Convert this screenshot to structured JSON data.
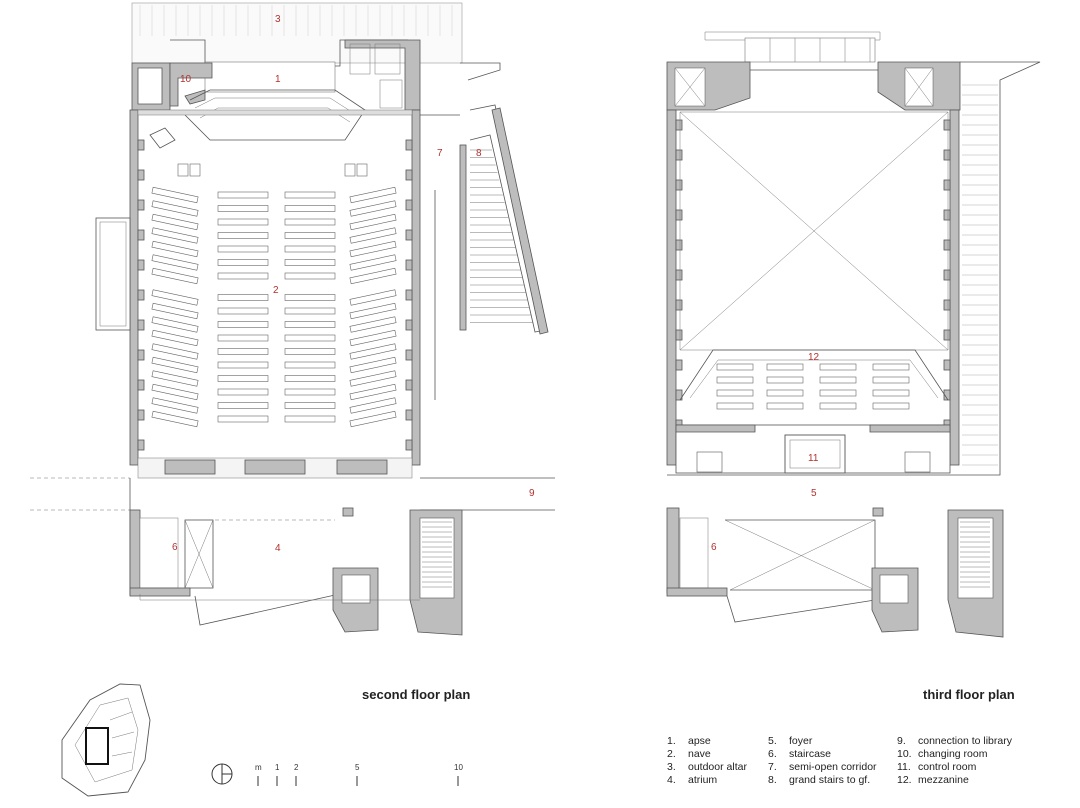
{
  "plans": {
    "second": {
      "title": "second floor plan"
    },
    "third": {
      "title": "third floor plan"
    }
  },
  "room_labels": {
    "second": [
      "3",
      "1",
      "10",
      "7",
      "8",
      "2",
      "9",
      "6",
      "4"
    ],
    "third": [
      "12",
      "11",
      "5",
      "6"
    ]
  },
  "legend": [
    {
      "num": "1.",
      "label": "apse"
    },
    {
      "num": "2.",
      "label": "nave"
    },
    {
      "num": "3.",
      "label": "outdoor altar"
    },
    {
      "num": "4.",
      "label": "atrium"
    },
    {
      "num": "5.",
      "label": "foyer"
    },
    {
      "num": "6.",
      "label": "staircase"
    },
    {
      "num": "7.",
      "label": "semi-open corridor"
    },
    {
      "num": "8.",
      "label": "grand stairs to gf."
    },
    {
      "num": "9.",
      "label": "connection to library"
    },
    {
      "num": "10.",
      "label": "changing room"
    },
    {
      "num": "11.",
      "label": "control room"
    },
    {
      "num": "12.",
      "label": "mezzanine"
    }
  ],
  "scale_bar": {
    "unit": "m",
    "ticks": [
      "1",
      "2",
      "5",
      "10"
    ]
  },
  "icons": {
    "north": "north-arrow-icon",
    "keymap": "site-key-map"
  },
  "colors": {
    "room_numbers": "#b2322e",
    "walls": "#bdbdbd"
  }
}
